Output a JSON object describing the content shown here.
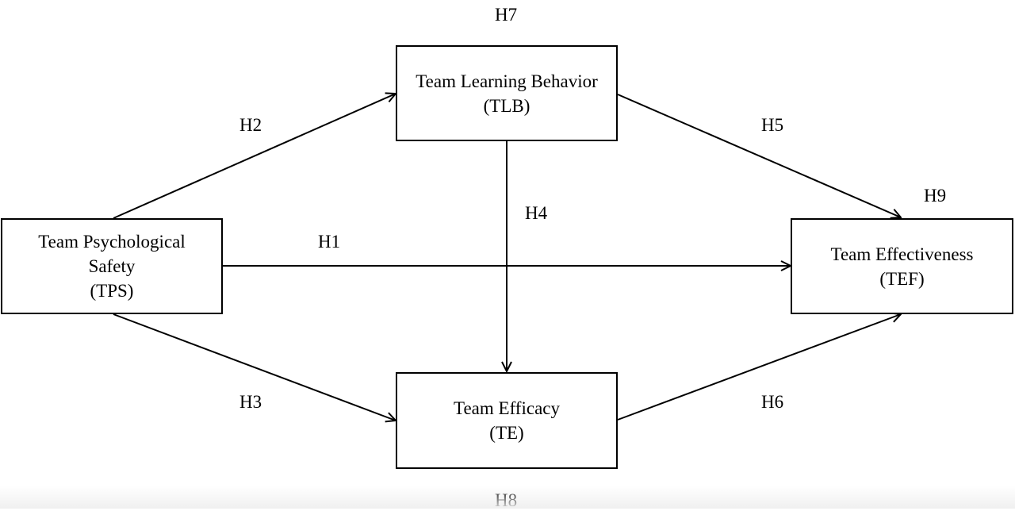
{
  "nodes": {
    "tps": {
      "lines": [
        "Team Psychological",
        "Safety",
        "(TPS)"
      ]
    },
    "tlb": {
      "lines": [
        "Team Learning Behavior",
        "(TLB)"
      ]
    },
    "te": {
      "lines": [
        "Team Efficacy",
        "(TE)"
      ]
    },
    "tef": {
      "lines": [
        "Team Effectiveness",
        "(TEF)"
      ]
    }
  },
  "hypotheses": {
    "h1": "H1",
    "h2": "H2",
    "h3": "H3",
    "h4": "H4",
    "h5": "H5",
    "h6": "H6",
    "h7": "H7",
    "h8": "H8",
    "h9": "H9"
  }
}
